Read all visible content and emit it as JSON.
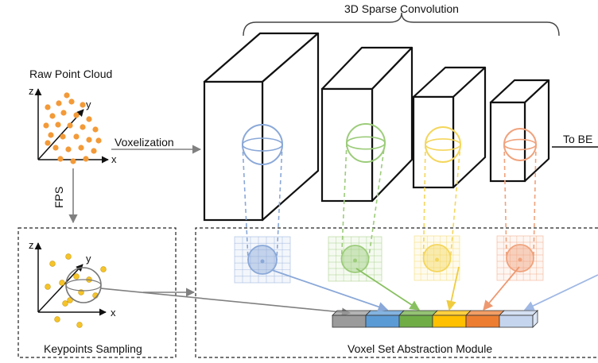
{
  "labels": {
    "title": "3D Sparse Convolution",
    "raw_point_cloud": "Raw Point Cloud",
    "voxelization": "Voxelization",
    "fps": "FPS",
    "to_bev": "To BE",
    "keypoints_sampling": "Keypoints Sampling",
    "vsa_module": "Voxel Set Abstraction Module"
  },
  "axes": {
    "x": "x",
    "y": "y",
    "z": "z"
  },
  "colors": {
    "level1": "#8aa8d8",
    "level2": "#9ccc7a",
    "level3": "#f4d65c",
    "level4": "#f0a27c",
    "level5": "#b8cbec",
    "keypoint_segment": "#9b9b9b",
    "point_orange": "#f39a38",
    "point_yellow": "#f6c428",
    "arrow_gray": "#808080"
  },
  "feature_vector": [
    "#9b9b9b",
    "#5b9bd5",
    "#70ad47",
    "#ffc000",
    "#ed7d31",
    "#c5d5ee"
  ]
}
